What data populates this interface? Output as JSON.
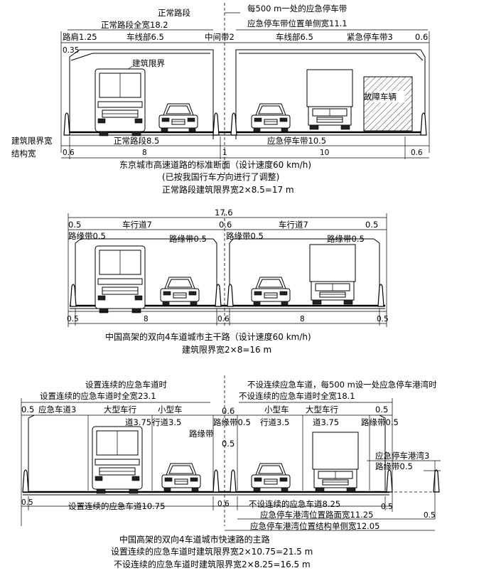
{
  "section1": {
    "center_top": "正常路段",
    "right_top1": "每500 m一处的应急停车带",
    "total_width": "正常路段全宽18.2",
    "right_top2": "应急停车带位置单侧宽11.1",
    "shoulder": "路肩1.25",
    "lane_left": "车线部6.5",
    "median": "中间带2",
    "lane_right": "车线部6.5",
    "emergency": "紧急停车带3",
    "right_edge": "0.6",
    "edge_035": "0.35",
    "clearance_label": "建筑限界",
    "broken_vehicle": "故障车辆",
    "left_label1": "建筑限界宽",
    "left_label2": "结构宽",
    "bottom_left": "正常路段8.5",
    "bottom_right": "应急停车带10.5",
    "dim_06a": "0.6",
    "dim_8": "8",
    "dim_1": "1",
    "dim_10": "10",
    "dim_06b": "0.6",
    "caption1": "东京城市高速道路的标准断面（设计速度60 km/h)",
    "caption2": "(已按我国行车方向进行了调整)",
    "caption3": "正常路段建筑限界宽2×8.5=17 m"
  },
  "section2": {
    "total": "17.6",
    "l05": "0.5",
    "lane_left": "车行道7",
    "m06": "0.6",
    "lane_right": "车行道7",
    "r05": "0.5",
    "edge_left1": "路缘带0.5",
    "edge_left2": "路缘带0.5",
    "edge_right1": "路缘带0.5",
    "edge_right2": "路缘带0.5",
    "b05a": "0.5",
    "b8a": "8",
    "b06": "0.6",
    "b8b": "8",
    "b05b": "0.5",
    "caption1": "中国高架的双向4车道城市主干路（设计速度60 km/h)",
    "caption2": "建筑限界宽2×8=16 m"
  },
  "section3": {
    "top_left1": "设置连续的应急车道时",
    "top_right1": "不设连续应急车道，每500 m设一处应急停车港湾时",
    "top_left2": "设置连续的应急车道时全宽23.1",
    "top_right2": "不设连续的应急车道时全宽18.1",
    "l05": "0.5",
    "emerg_lane": "应急车道3",
    "big_lane_l": "大型车行",
    "big_lane_l2": "道3.75",
    "small_lane_l": "小型车",
    "small_lane_l2": "行道3.5",
    "m06": "0.6",
    "small_lane_r": "小型车",
    "small_lane_r2": "行道3.5",
    "big_lane_r": "大型车行",
    "big_lane_r2": "道3.75",
    "r05": "0.5",
    "edge_m1": "路缘带0.5",
    "edge_m2": "路缘带",
    "edge_m3": "0.5",
    "edge_r": "路缘带0.5",
    "bay": "应急停车港湾3",
    "bay_edge": "路缘带0.5",
    "b05": "0.5",
    "bottom_left": "设置连续的应急车道10.75",
    "b06": "0.6",
    "bottom_right": "不设连续的应急车道8.25",
    "b05r": "0.5",
    "bay_road": "应急停车港湾位置路面宽11.25",
    "bay_05": "0.5",
    "bay_struct": "应急停车港湾位置结构单侧宽12.05",
    "caption1": "中国高架的双向4车道城市快速路的主路",
    "caption2": "设置连续的应急车道时建筑限界宽2×10.75=21.5 m",
    "caption3": "不设连续的应急车道时建筑限界宽2×8.25=16.5 m"
  }
}
